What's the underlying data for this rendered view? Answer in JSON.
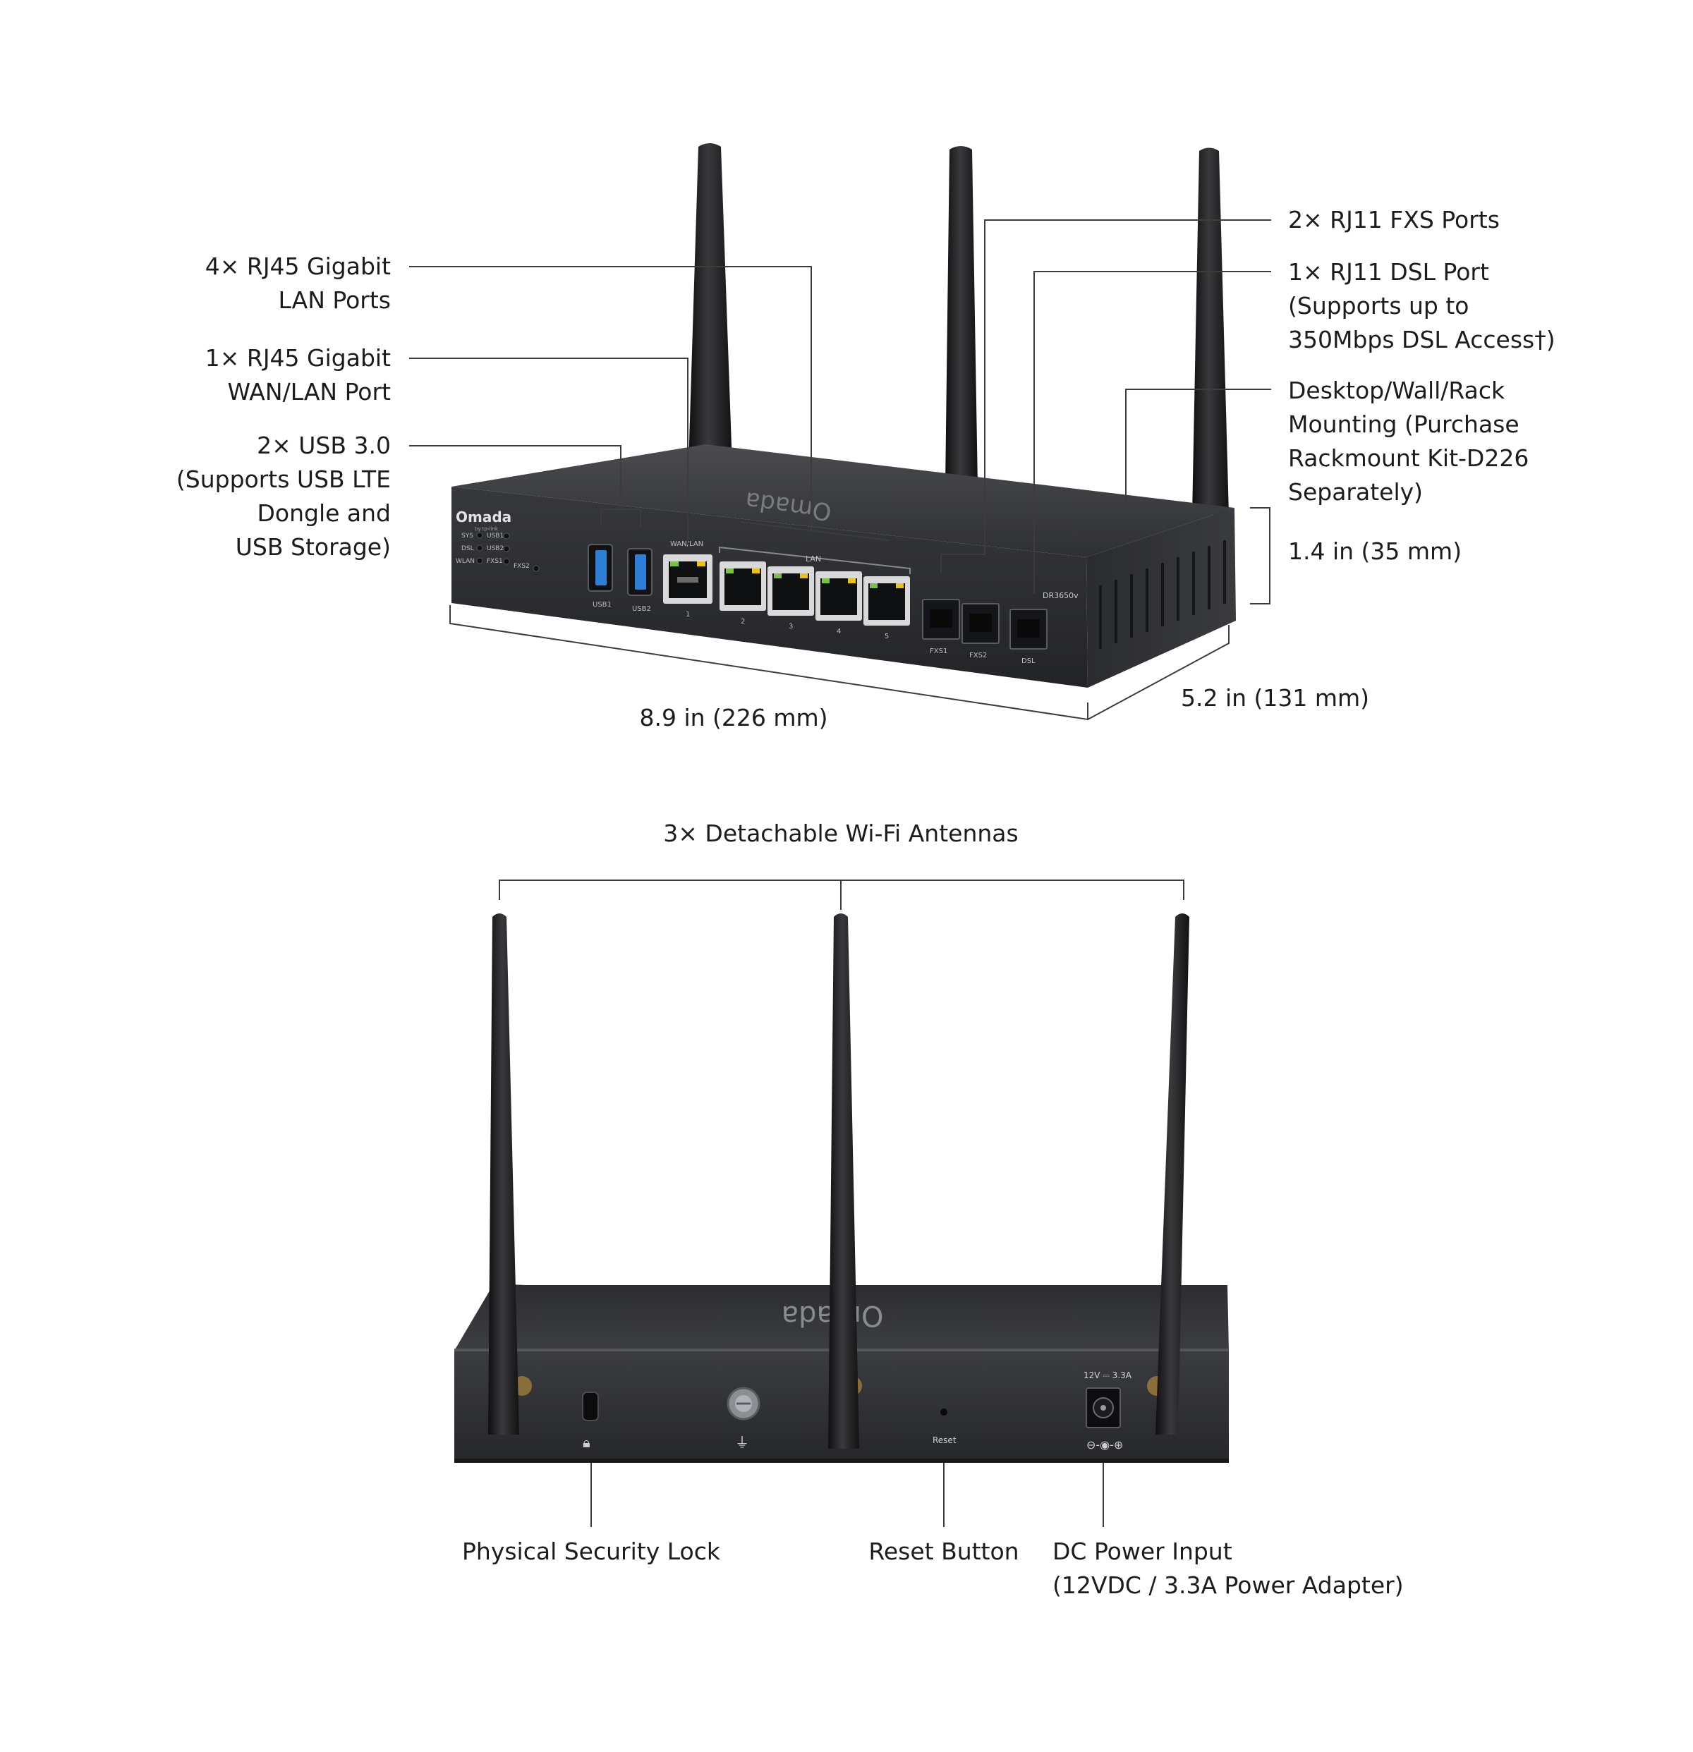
{
  "colors": {
    "body_top": "#3a3b3e",
    "body_front": "#2a2b2e",
    "body_dark": "#1f2023",
    "antenna": "#1b1b1d",
    "leader_line": "#3c3c3c",
    "port_green": "#7cc242",
    "port_yellow": "#e8c21a",
    "usb_blue": "#2f7fd8",
    "text": "#1c1c1c",
    "device_label": "#d7d7d7"
  },
  "front_view": {
    "callouts_left": {
      "lan": [
        "4× RJ45 Gigabit",
        "LAN Ports"
      ],
      "wan": [
        "1× RJ45 Gigabit",
        "WAN/LAN Port"
      ],
      "usb": [
        "2× USB 3.0",
        "(Supports USB LTE",
        "Dongle and",
        "USB Storage)"
      ]
    },
    "callouts_right": {
      "fxs": [
        "2× RJ11 FXS Ports"
      ],
      "dsl": [
        "1× RJ11 DSL Port",
        "(Supports up to",
        "350Mbps DSL Access†)"
      ],
      "mount": [
        "Desktop/Wall/Rack",
        "Mounting (Purchase",
        "Rackmount Kit-D226",
        "Separately)"
      ]
    },
    "dimensions": {
      "height": "1.4 in (35 mm)",
      "width": "8.9 in (226 mm)",
      "depth": "5.2 in (131 mm)"
    },
    "device": {
      "brand": "Omada",
      "brand_sub": "by tp-link",
      "model": "DR3650v",
      "leds": [
        "SYS",
        "DSL",
        "WLAN",
        "USB1",
        "USB2",
        "FXS1",
        "FXS2"
      ],
      "usb_ports": [
        "USB1",
        "USB2"
      ],
      "wan_label": "WAN/LAN",
      "lan_label": "LAN",
      "port_numbers": [
        "1",
        "2",
        "3",
        "4",
        "5"
      ],
      "phone_ports": [
        "FXS1",
        "FXS2",
        "DSL"
      ]
    }
  },
  "rear_view": {
    "antennas_label": "3× Detachable Wi-Fi Antennas",
    "callouts": {
      "lock": [
        "Physical Security Lock"
      ],
      "reset": [
        "Reset Button"
      ],
      "power": [
        "DC Power Input",
        "(12VDC / 3.3A Power Adapter)"
      ]
    },
    "device": {
      "brand": "Omada",
      "reset_label": "Reset",
      "power_rating": "12V ⎓ 3.3A"
    }
  }
}
